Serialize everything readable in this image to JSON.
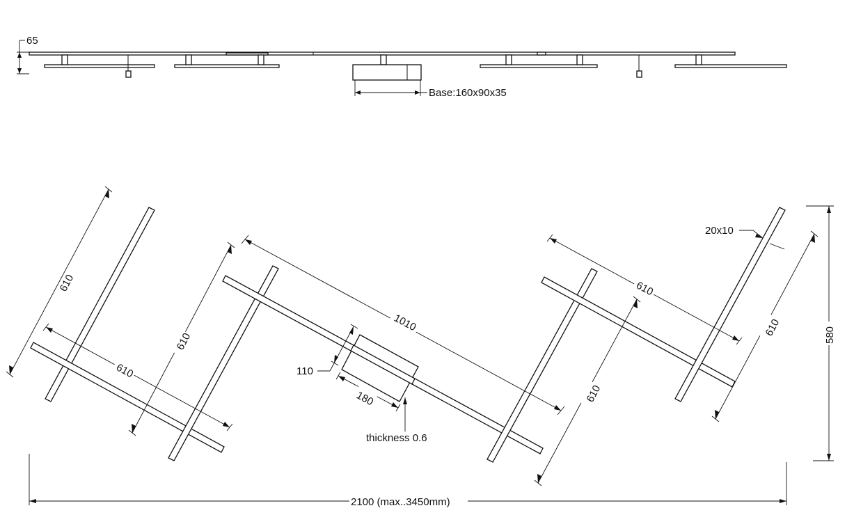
{
  "side_view": {
    "height_label": "65",
    "base_label": "Base:160x90x35"
  },
  "top_view": {
    "dim_bar_left": "610",
    "dim_bar_left_cross": "610",
    "dim_bar_second": "610",
    "dim_long_bar": "1010",
    "dim_base_width": "110",
    "dim_base_length": "180",
    "thickness_label": "thickness 0.6",
    "dim_bar_right_cross": "610",
    "dim_bar_right_upper": "610",
    "dim_bar_far_right": "610",
    "profile_label": "20x10",
    "overall_height": "580",
    "overall_width": "2100 (max..3450mm)"
  },
  "colors": {
    "ink": "#111111",
    "background": "#ffffff"
  }
}
